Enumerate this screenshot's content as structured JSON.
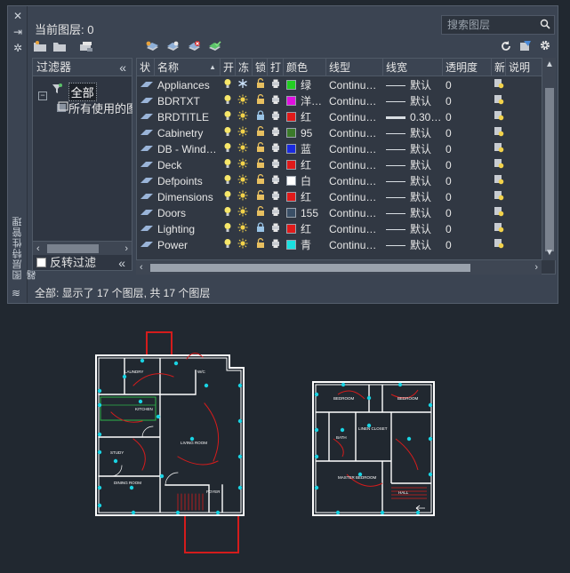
{
  "palette": {
    "current_layer": "当前图层: 0",
    "search_placeholder": "搜索图层",
    "vertical_title": "图层特性管理器",
    "status_text": "全部: 显示了 17 个图层, 共 17 个图层"
  },
  "filters": {
    "header": "过滤器",
    "collapse_glyph": "«",
    "tree_root": "全部",
    "tree_child": "所有使用的图层",
    "invert_label": "反转过滤",
    "invert_checked": false
  },
  "columns": [
    "状",
    "名称",
    "开",
    "冻",
    "锁",
    "打",
    "颜色",
    "线型",
    "线宽",
    "透明度",
    "新",
    "说明"
  ],
  "layers": [
    {
      "name": "Appliances",
      "color_name": "绿",
      "color_hex": "#22cc22",
      "linetype": "Continu…",
      "lineweight": "默认",
      "lw_thick": false,
      "transparency": "0",
      "frozen": true,
      "locked": false
    },
    {
      "name": "BDRTXT",
      "color_name": "洋…",
      "color_hex": "#e010e0",
      "linetype": "Continu…",
      "lineweight": "默认",
      "lw_thick": false,
      "transparency": "0",
      "frozen": false,
      "locked": false
    },
    {
      "name": "BRDTITLE",
      "color_name": "红",
      "color_hex": "#e01a1a",
      "linetype": "Continu…",
      "lineweight": "0.30…",
      "lw_thick": true,
      "transparency": "0",
      "frozen": false,
      "locked": true
    },
    {
      "name": "Cabinetry",
      "color_name": "95",
      "color_hex": "#3b7a2a",
      "linetype": "Continu…",
      "lineweight": "默认",
      "lw_thick": false,
      "transparency": "0",
      "frozen": false,
      "locked": false
    },
    {
      "name": "DB - Wind…",
      "color_name": "蓝",
      "color_hex": "#1a2ae0",
      "linetype": "Continu…",
      "lineweight": "默认",
      "lw_thick": false,
      "transparency": "0",
      "frozen": false,
      "locked": false
    },
    {
      "name": "Deck",
      "color_name": "红",
      "color_hex": "#e01a1a",
      "linetype": "Continu…",
      "lineweight": "默认",
      "lw_thick": false,
      "transparency": "0",
      "frozen": false,
      "locked": false
    },
    {
      "name": "Defpoints",
      "color_name": "白",
      "color_hex": "#ffffff",
      "linetype": "Continu…",
      "lineweight": "默认",
      "lw_thick": false,
      "transparency": "0",
      "frozen": false,
      "locked": false
    },
    {
      "name": "Dimensions",
      "color_name": "红",
      "color_hex": "#e01a1a",
      "linetype": "Continu…",
      "lineweight": "默认",
      "lw_thick": false,
      "transparency": "0",
      "frozen": false,
      "locked": false
    },
    {
      "name": "Doors",
      "color_name": "155",
      "color_hex": "#3a4f66",
      "linetype": "Continu…",
      "lineweight": "默认",
      "lw_thick": false,
      "transparency": "0",
      "frozen": false,
      "locked": false
    },
    {
      "name": "Lighting",
      "color_name": "红",
      "color_hex": "#e01a1a",
      "linetype": "Continu…",
      "lineweight": "默认",
      "lw_thick": false,
      "transparency": "0",
      "frozen": false,
      "locked": true
    },
    {
      "name": "Power",
      "color_name": "青",
      "color_hex": "#1ae0e0",
      "linetype": "Continu…",
      "lineweight": "默认",
      "lw_thick": false,
      "transparency": "0",
      "frozen": false,
      "locked": false
    }
  ],
  "plan_labels": {
    "laundry": "LAUNDRY",
    "wc": "W/C",
    "kitchen": "KITCHEN",
    "living": "LIVING ROOM",
    "study": "STUDY",
    "dining": "DINING ROOM",
    "foyer": "FOYER",
    "bedroom": "BEDROOM",
    "bedroom2": "BEDROOM",
    "linen": "LINEN CLOSET",
    "bath": "BATH",
    "master": "MASTER BEDROOM",
    "hall": "HALL"
  },
  "colors": {
    "wall": "#ffffff",
    "accent_red": "#d41c1c",
    "fixture_cyan": "#19d3e3",
    "green": "#2fb34a"
  }
}
